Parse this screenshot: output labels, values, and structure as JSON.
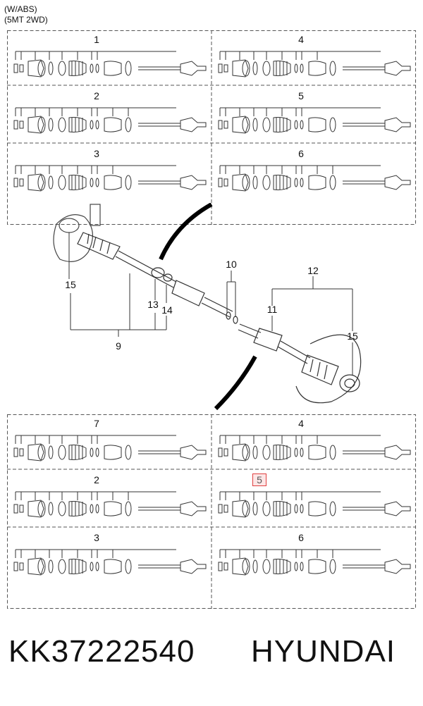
{
  "header": {
    "line1": "(W/ABS)",
    "line2": "(5MT 2WD)"
  },
  "top_panel": [
    "1",
    "4",
    "2",
    "5",
    "3",
    "6"
  ],
  "bottom_panel": [
    "7",
    "4",
    "2",
    "5",
    "3",
    "6"
  ],
  "highlighted_label": "5",
  "highlight_color": "#e04040",
  "callouts": {
    "c15a": "15",
    "c13": "13",
    "c14": "14",
    "c9": "9",
    "c10": "10",
    "c12": "12",
    "c11": "11",
    "c15b": "15"
  },
  "footer": {
    "part_number": "KK37222540",
    "brand": "HYUNDAI"
  }
}
